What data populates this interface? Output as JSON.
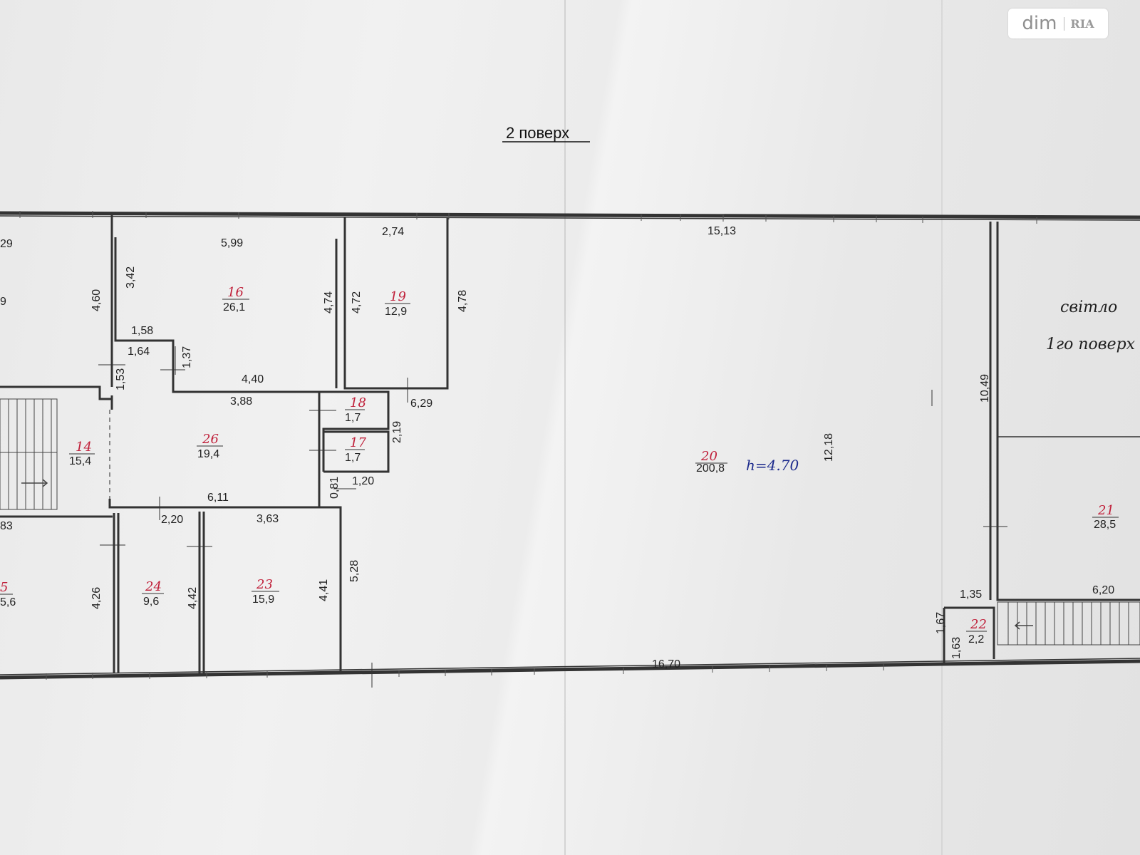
{
  "title": "2 поверх",
  "watermark": {
    "brand": "dim",
    "mark": "RIA"
  },
  "notes": {
    "light_line1": "світло",
    "light_line2": "1го поверх",
    "height": "h=4.70"
  },
  "rooms": {
    "r14": {
      "number": "14",
      "area": "15,4"
    },
    "r15": {
      "number": "5",
      "area": "5,6"
    },
    "r16": {
      "number": "16",
      "area": "26,1"
    },
    "r17": {
      "number": "17",
      "area": "1,7"
    },
    "r18": {
      "number": "18",
      "area": "1,7"
    },
    "r19": {
      "number": "19",
      "area": "12,9"
    },
    "r20": {
      "number": "20",
      "area": "200,8"
    },
    "r21": {
      "number": "21",
      "area": "28,5"
    },
    "r22": {
      "number": "22",
      "area": "2,2"
    },
    "r23": {
      "number": "23",
      "area": "15,9"
    },
    "r24": {
      "number": "24",
      "area": "9,6"
    },
    "r26": {
      "number": "26",
      "area": "19,4"
    },
    "edge_top": "9"
  },
  "dims": {
    "d_29": "29",
    "d_599": "5,99",
    "d_274": "2,74",
    "d_1513": "15,13",
    "d_342": "3,42",
    "d_460": "4,60",
    "d_474": "4,74",
    "d_472": "4,72",
    "d_478": "4,78",
    "d_158": "1,58",
    "d_164": "1,64",
    "d_137": "1,37",
    "d_153": "1,53",
    "d_440": "4,40",
    "d_388": "3,88",
    "d_629": "6,29",
    "d_219": "2,19",
    "d_081": "0,81",
    "d_120": "1,20",
    "d_611": "6,11",
    "d_83": "83",
    "d_220": "2,20",
    "d_363": "3,63",
    "d_426": "4,26",
    "d_442": "4,42",
    "d_441": "4,41",
    "d_528": "5,28",
    "d_1049": "10,49",
    "d_1218": "12,18",
    "d_135": "1,35",
    "d_620": "6,20",
    "d_167": "1,67",
    "d_163": "1,63",
    "d_1670": "16,70"
  }
}
